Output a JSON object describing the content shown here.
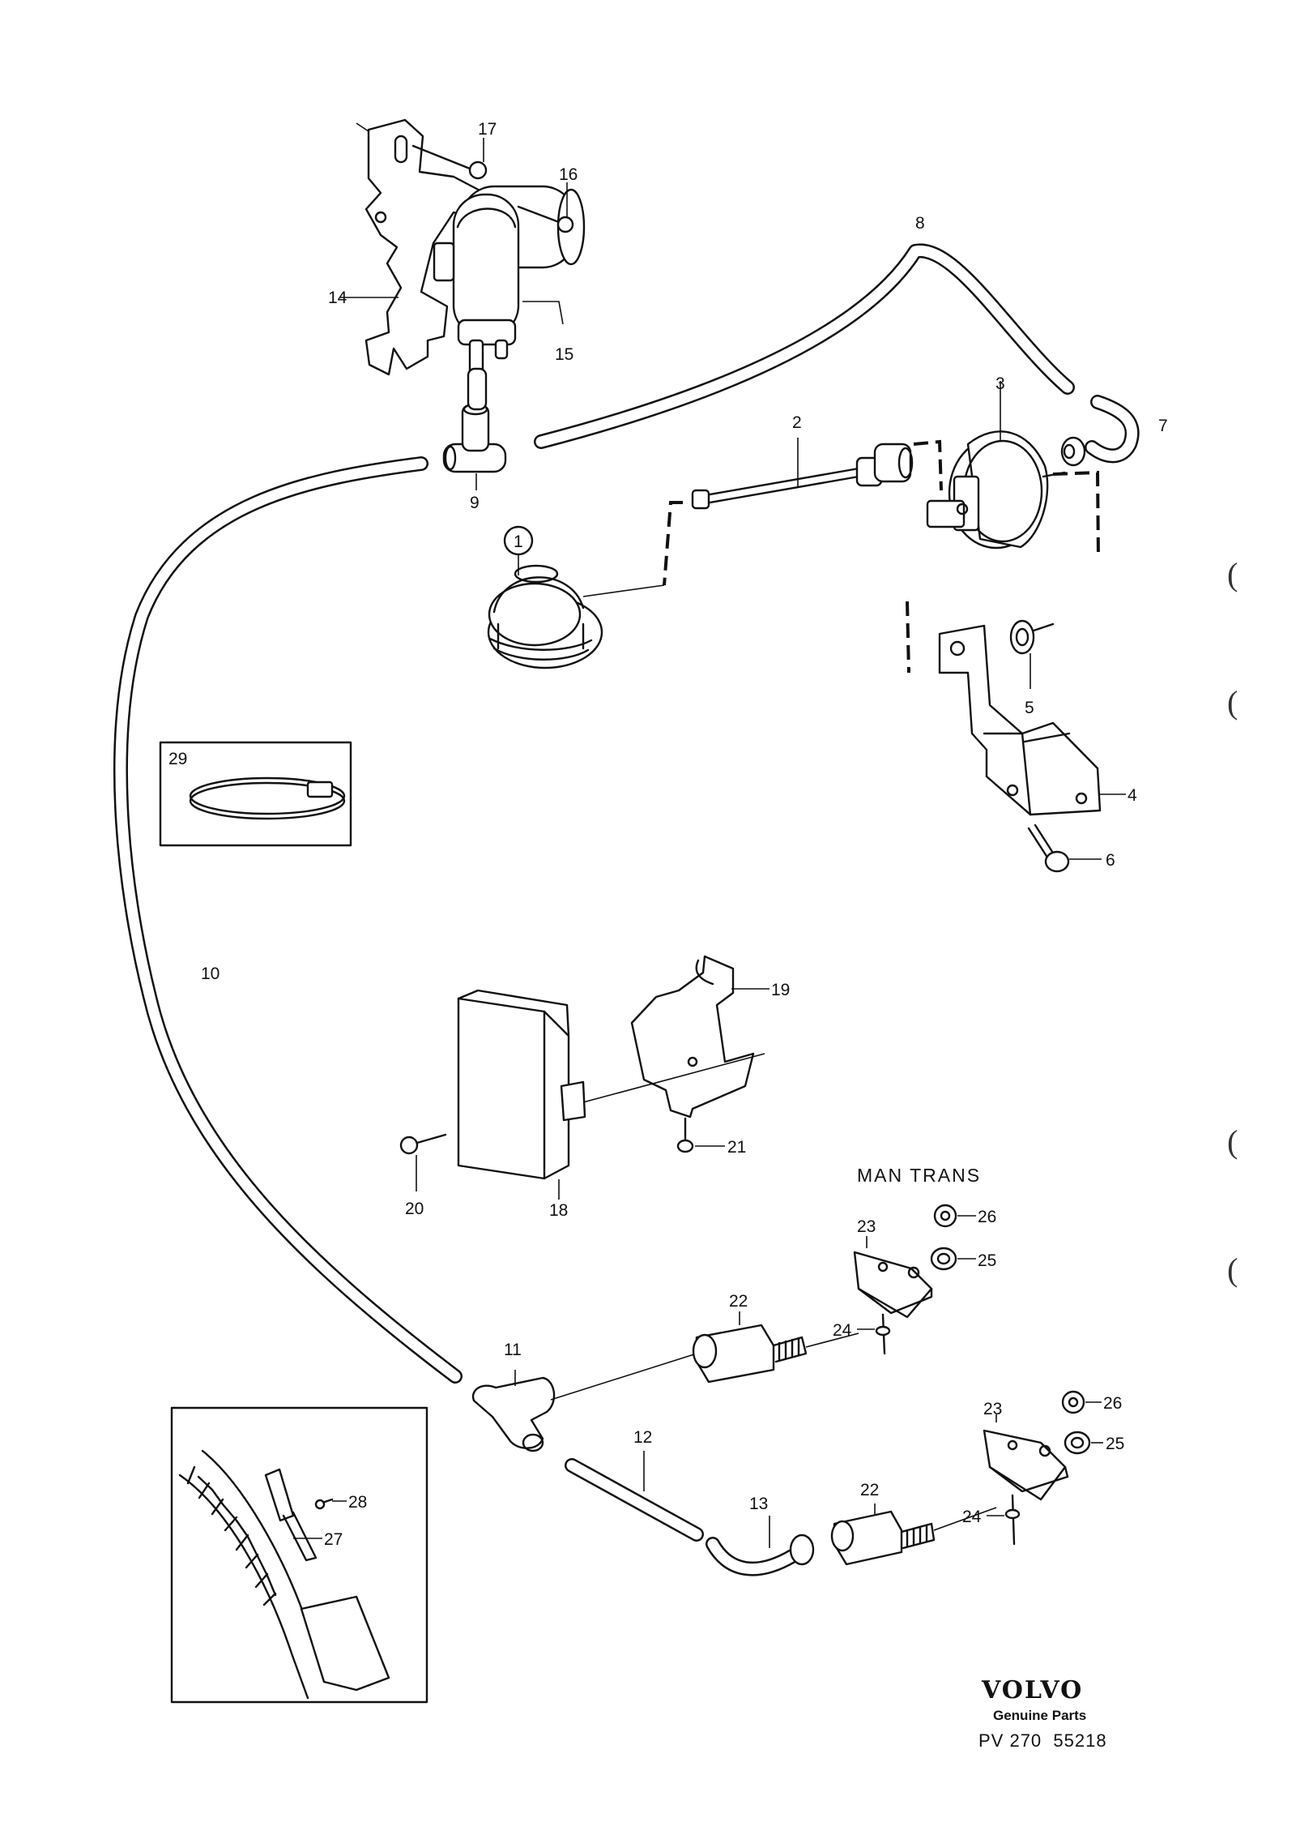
{
  "callouts": {
    "n1": "1",
    "n2": "2",
    "n3": "3",
    "n4": "4",
    "n5": "5",
    "n6": "6",
    "n7": "7",
    "n8": "8",
    "n9": "9",
    "n10": "10",
    "n11": "11",
    "n12": "12",
    "n13": "13",
    "n14": "14",
    "n15": "15",
    "n16": "16",
    "n17": "17",
    "n18": "18",
    "n19": "19",
    "n20": "20",
    "n21": "21",
    "n22a": "22",
    "n22b": "22",
    "n23a": "23",
    "n23b": "23",
    "n24a": "24",
    "n24b": "24",
    "n25a": "25",
    "n25b": "25",
    "n26a": "26",
    "n26b": "26",
    "n27": "27",
    "n28": "28",
    "n29": "29"
  },
  "labels": {
    "man_trans": "MAN TRANS"
  },
  "branding": {
    "brand": "VOLVO",
    "tagline": "Genuine Parts",
    "reference": "PV 270  55218"
  },
  "margin_marks": [
    "(",
    "(",
    "(",
    "("
  ]
}
